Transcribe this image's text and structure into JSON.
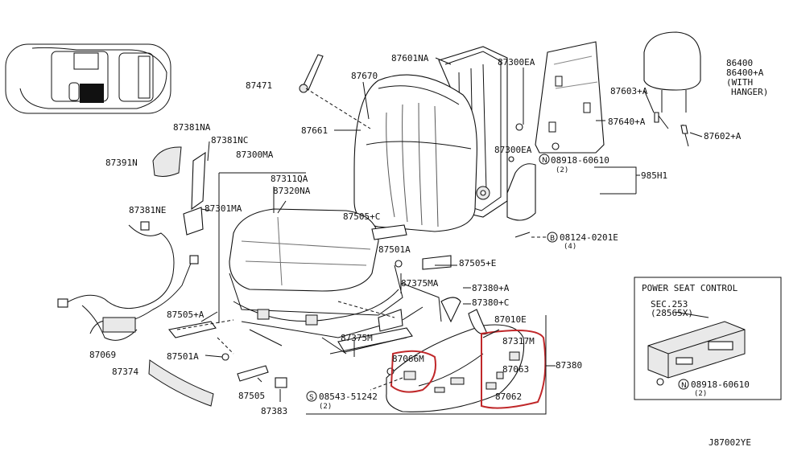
{
  "colors": {
    "highlight": "#c0282a",
    "ink": "#111111",
    "background": "#ffffff"
  },
  "labels": {
    "p87601NA": "87601NA",
    "p87300EA_top": "87300EA",
    "p86400": "86400",
    "p86400A": "86400+A",
    "with": "(WITH",
    "hanger": "HANGER)",
    "p87471": "87471",
    "p87670": "87670",
    "p87603A": "87603+A",
    "p87640A": "87640+A",
    "p87602A": "87602+A",
    "p87661": "87661",
    "p87300EA_mid": "87300EA",
    "p08918_top": "08918-60610",
    "qty2_a": "(2)",
    "p985H1": "985H1",
    "p87381NA": "87381NA",
    "p87381NC": "87381NC",
    "p87300MA": "87300MA",
    "p87391N": "87391N",
    "p87311QA": "87311QA",
    "p87320NA": "87320NA",
    "p87381NE": "87381NE",
    "p87301MA": "87301MA",
    "p87505C": "87505+C",
    "p08124": "08124-0201E",
    "qty4": "(4)",
    "p87501A_r": "87501A",
    "p87505E": "87505+E",
    "p87375MA": "87375MA",
    "p87380A": "87380+A",
    "p87380C": "87380+C",
    "p87505A": "87505+A",
    "p87010E": "87010E",
    "p87375M": "87375M",
    "p87317M": "87317M",
    "p87069": "87069",
    "p87501A_l": "87501A",
    "p87066M": "87066M",
    "p87063": "87063",
    "p87380": "87380",
    "p87374": "87374",
    "p87505": "87505",
    "p87062": "87062",
    "p08543": "08543-51242",
    "qty2_b": "(2)",
    "p87383": "87383",
    "psc_title": "POWER SEAT CONTROL",
    "psc_sec": "SEC.253",
    "psc_ref": "(28565X)",
    "p08918_bot": "08918-60610",
    "qty2_c": "(2)",
    "diagram_id": "J87002YE"
  },
  "symbols": {
    "nut": "N",
    "bolt": "B",
    "screw": "S"
  },
  "icons": [
    "car-location-icon",
    "seat-back-icon",
    "headrest-icon",
    "seat-cushion-icon",
    "harness-icon",
    "control-unit-icon"
  ]
}
